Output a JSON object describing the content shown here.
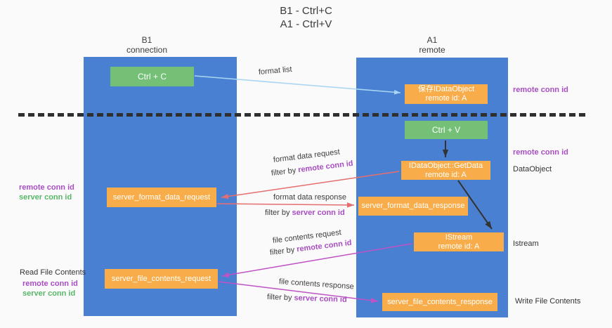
{
  "title": {
    "line1": "B1 - Ctrl+C",
    "line2": "A1 - Ctrl+V"
  },
  "columns": {
    "left": {
      "header_line1": "B1",
      "header_line2": "connection"
    },
    "right": {
      "header_line1": "A1",
      "header_line2": "remote"
    }
  },
  "nodes": {
    "ctrl_c": "Ctrl + C",
    "save_idataobject_line1": "保存IDataObject",
    "save_idataobject_line2": "remote id: A",
    "ctrl_v": "Ctrl + V",
    "getdata_line1": "IDataObject::GetData",
    "getdata_line2": "remote id: A",
    "format_request": "server_format_data_request",
    "format_response": "server_format_data_response",
    "istream_line1": "IStream",
    "istream_line2": "remote id: A",
    "file_request": "server_file_contents_request",
    "file_response": "server_file_contents_response"
  },
  "flow_labels": {
    "format_list": "format list",
    "format_data_request": "format data request",
    "format_data_response": "format data response",
    "file_contents_request": "file contents request",
    "file_contents_response": "file contents response",
    "filter_by": "filter by ",
    "remote_conn_id": "remote conn id",
    "server_conn_id": "server conn id"
  },
  "side_labels": {
    "right_remote_conn_id_top": "remote conn id",
    "right_remote_conn_id_mid": "remote conn id",
    "dataobject": "DataObject",
    "istream": "Istream",
    "write_file_contents": "Write File Contents",
    "left_remote_conn_id_1": "remote conn id",
    "left_server_conn_id_1": "server conn id",
    "read_file_contents": "Read File Contents",
    "left_remote_conn_id_2": "remote conn id",
    "left_server_conn_id_2": "server conn id"
  },
  "colors": {
    "background": "#fafafa",
    "column_blue": "#4a80d2",
    "node_green": "#74c077",
    "node_orange": "#f9ad4a",
    "label_purple": "#a94ec2",
    "label_green": "#57b769",
    "arrow_lightblue": "#a8d5f2",
    "arrow_red": "#e66e6e",
    "arrow_magenta": "#bf53c5",
    "arrow_black": "#333333",
    "dashed_line": "#2f2f2f"
  }
}
